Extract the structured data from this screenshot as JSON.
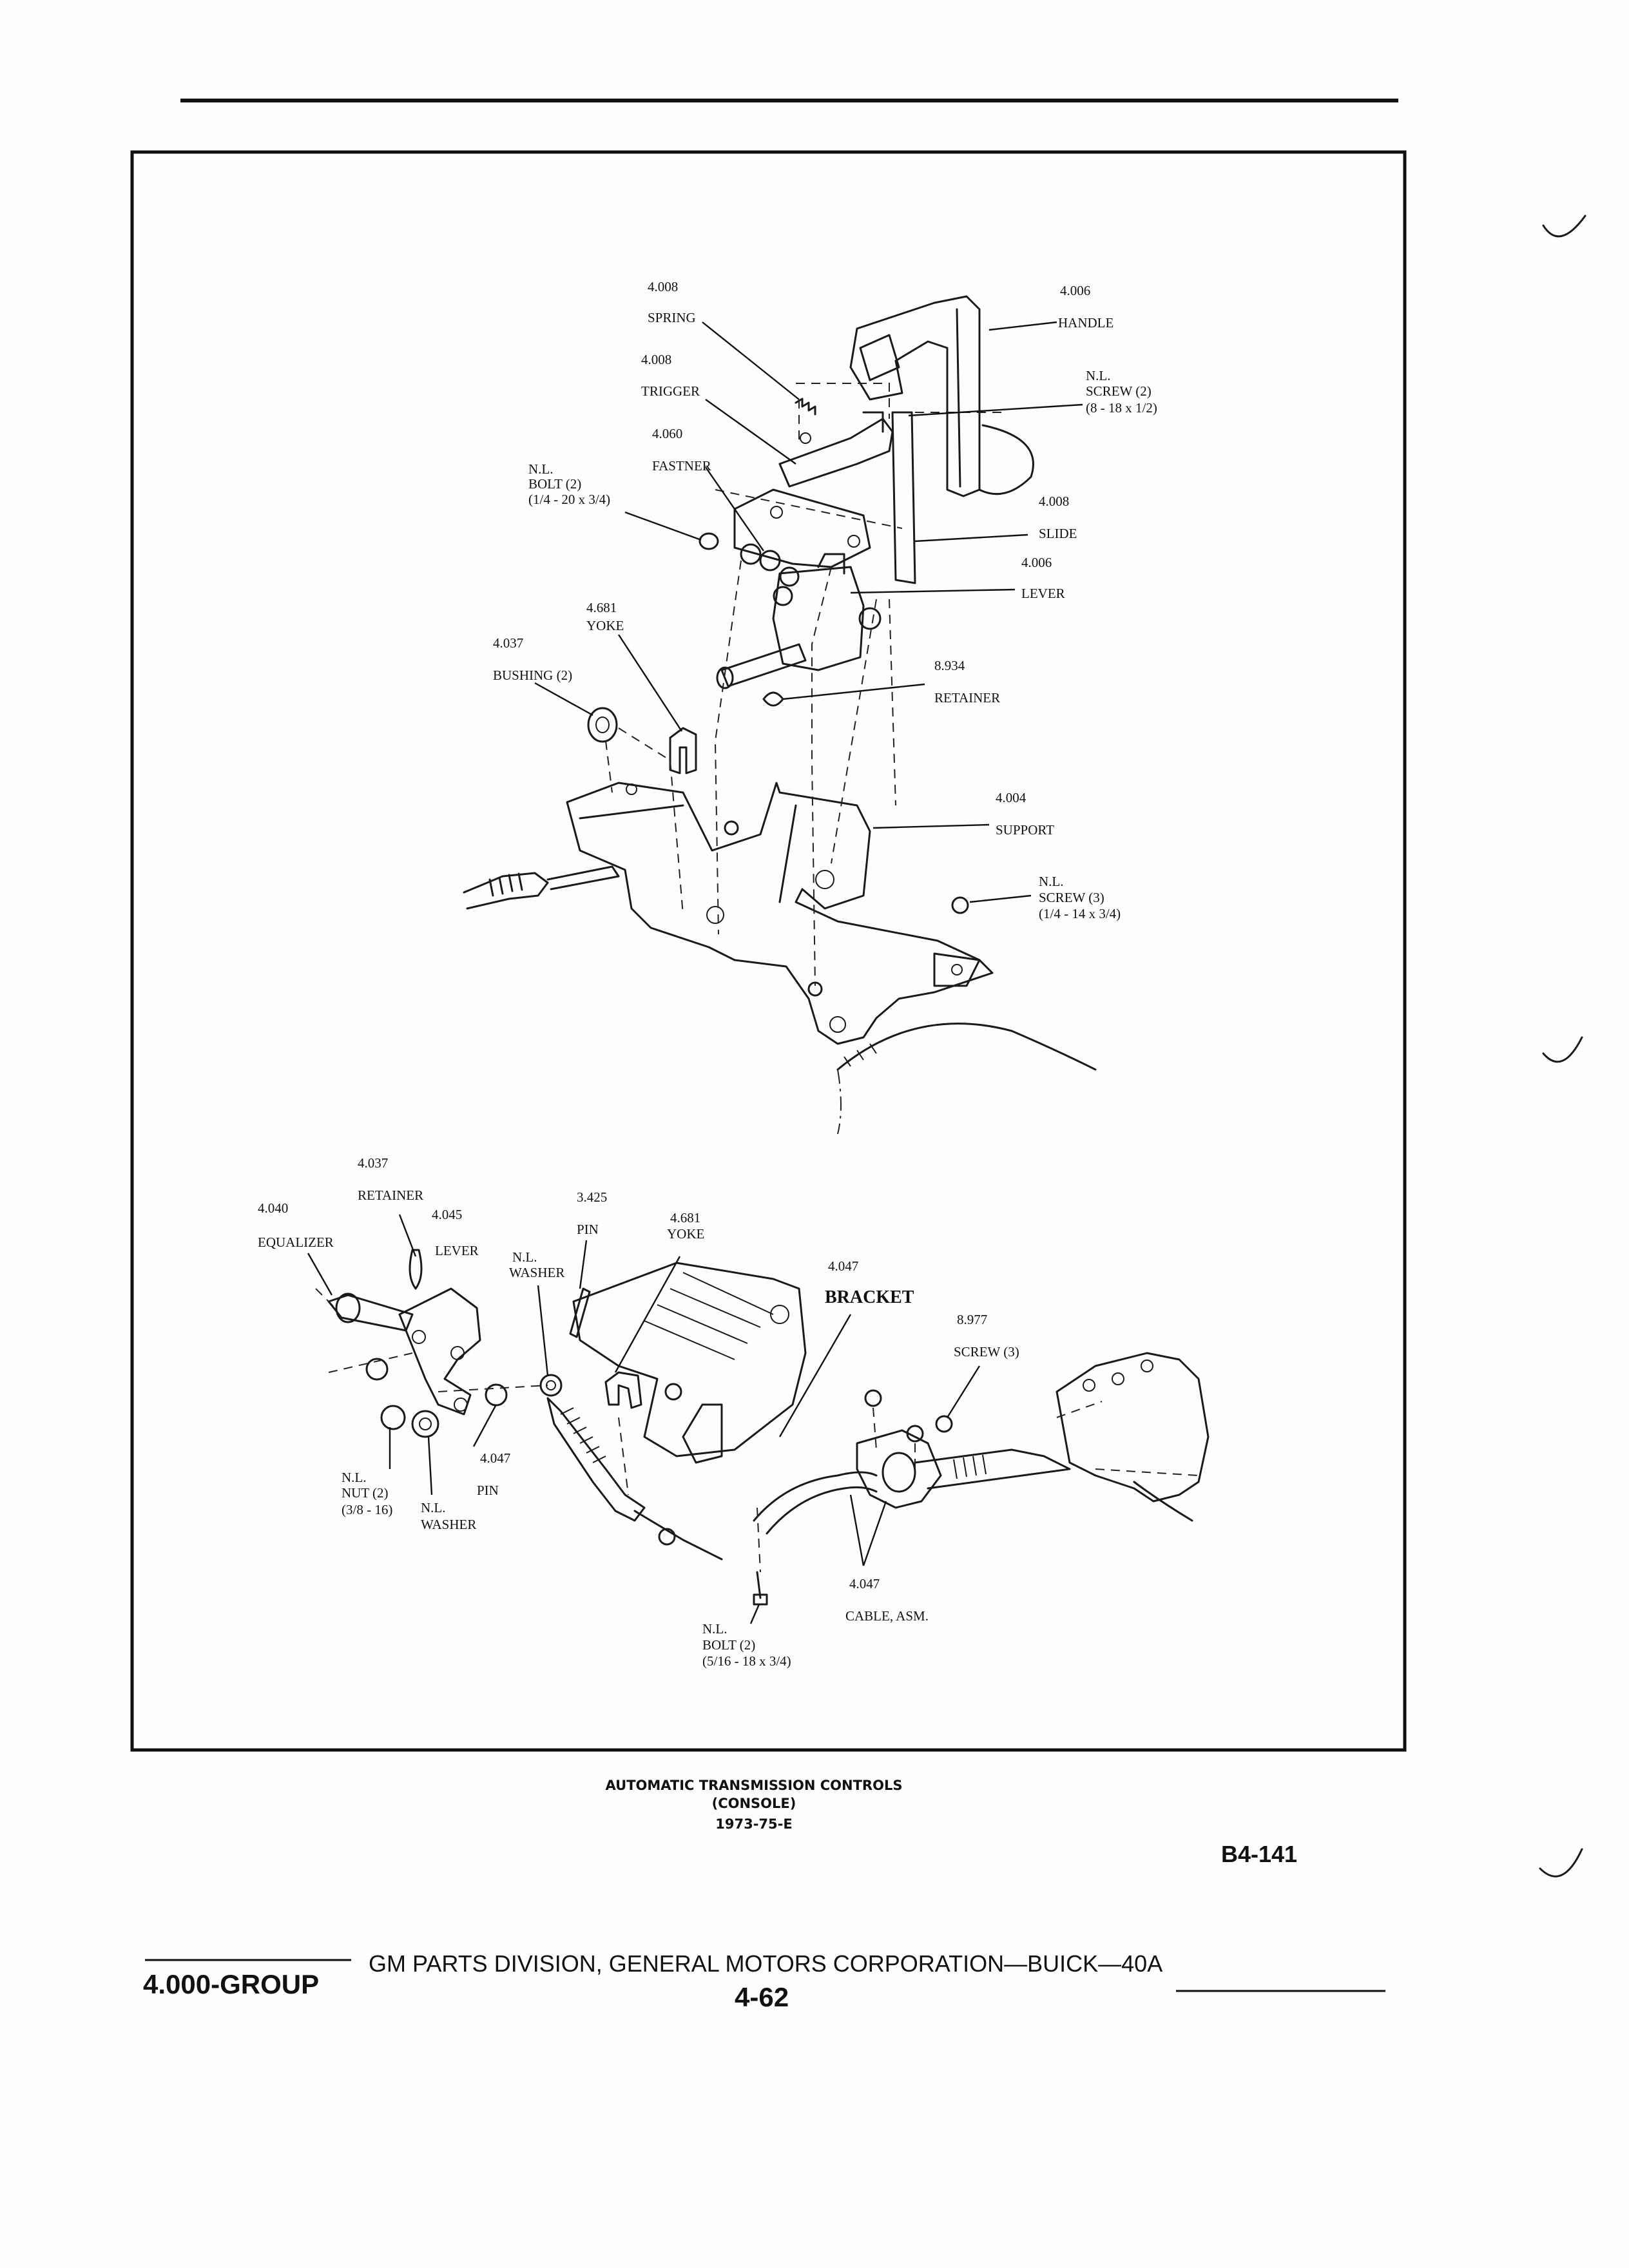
{
  "diagram": {
    "upper_callouts": {
      "spring": {
        "num": "4.008",
        "name": "SPRING"
      },
      "handle": {
        "num": "4.006",
        "name": "HANDLE"
      },
      "trigger": {
        "num": "4.008",
        "name": "TRIGGER"
      },
      "screw_top": {
        "num": "N.L.",
        "name": "SCREW (2)",
        "spec": "(8 - 18 x 1/2)"
      },
      "fastner": {
        "num": "4.060",
        "name": "FASTNER"
      },
      "bolt_top": {
        "num": "N.L.",
        "name": "BOLT (2)",
        "spec": "(1/4 - 20 x 3/4)"
      },
      "slide": {
        "num": "4.008",
        "name": "SLIDE"
      },
      "lever_top": {
        "num": "4.006",
        "name": "LEVER"
      },
      "yoke_top": {
        "num": "4.681",
        "name": "YOKE"
      },
      "bushing": {
        "num": "4.037",
        "name": "BUSHING (2)"
      },
      "retainer_top": {
        "num": "8.934",
        "name": "RETAINER"
      },
      "support": {
        "num": "4.004",
        "name": "SUPPORT"
      },
      "screw_mid": {
        "num": "N.L.",
        "name": "SCREW (3)",
        "spec": "(1/4 - 14 x 3/4)"
      }
    },
    "lower_callouts": {
      "retainer_low": {
        "num": "4.037",
        "name": "RETAINER"
      },
      "equalizer": {
        "num": "4.040",
        "name": "EQUALIZER"
      },
      "lever_low": {
        "num": "4.045",
        "name": "LEVER"
      },
      "washer_top": {
        "num": "N.L.",
        "name": "WASHER"
      },
      "pin_top": {
        "num": "3.425",
        "name": "PIN"
      },
      "yoke_low": {
        "num": "4.681",
        "name": "YOKE"
      },
      "bracket": {
        "num": "4.047",
        "name": "BRACKET"
      },
      "screw_low": {
        "num": "8.977",
        "name": "SCREW (3)"
      },
      "pin_low": {
        "num": "4.047",
        "name": "PIN"
      },
      "nut": {
        "num": "N.L.",
        "name": "NUT (2)",
        "spec": "(3/8 - 16)"
      },
      "washer_low": {
        "num": "N.L.",
        "name": "WASHER"
      },
      "cable": {
        "num": "4.047",
        "name": "CABLE, ASM."
      },
      "bolt_low": {
        "num": "N.L.",
        "name": "BOLT (2)",
        "spec": "(5/16 - 18 x 3/4)"
      }
    }
  },
  "caption": {
    "line1": "AUTOMATIC TRANSMISSION CONTROLS",
    "line2": "(CONSOLE)",
    "line3": "1973-75-E"
  },
  "page_code": "B4-141",
  "footer": {
    "group": "4.000-GROUP",
    "publisher": "GM PARTS DIVISION, GENERAL MOTORS CORPORATION—BUICK—40A",
    "page_number": "4-62"
  }
}
